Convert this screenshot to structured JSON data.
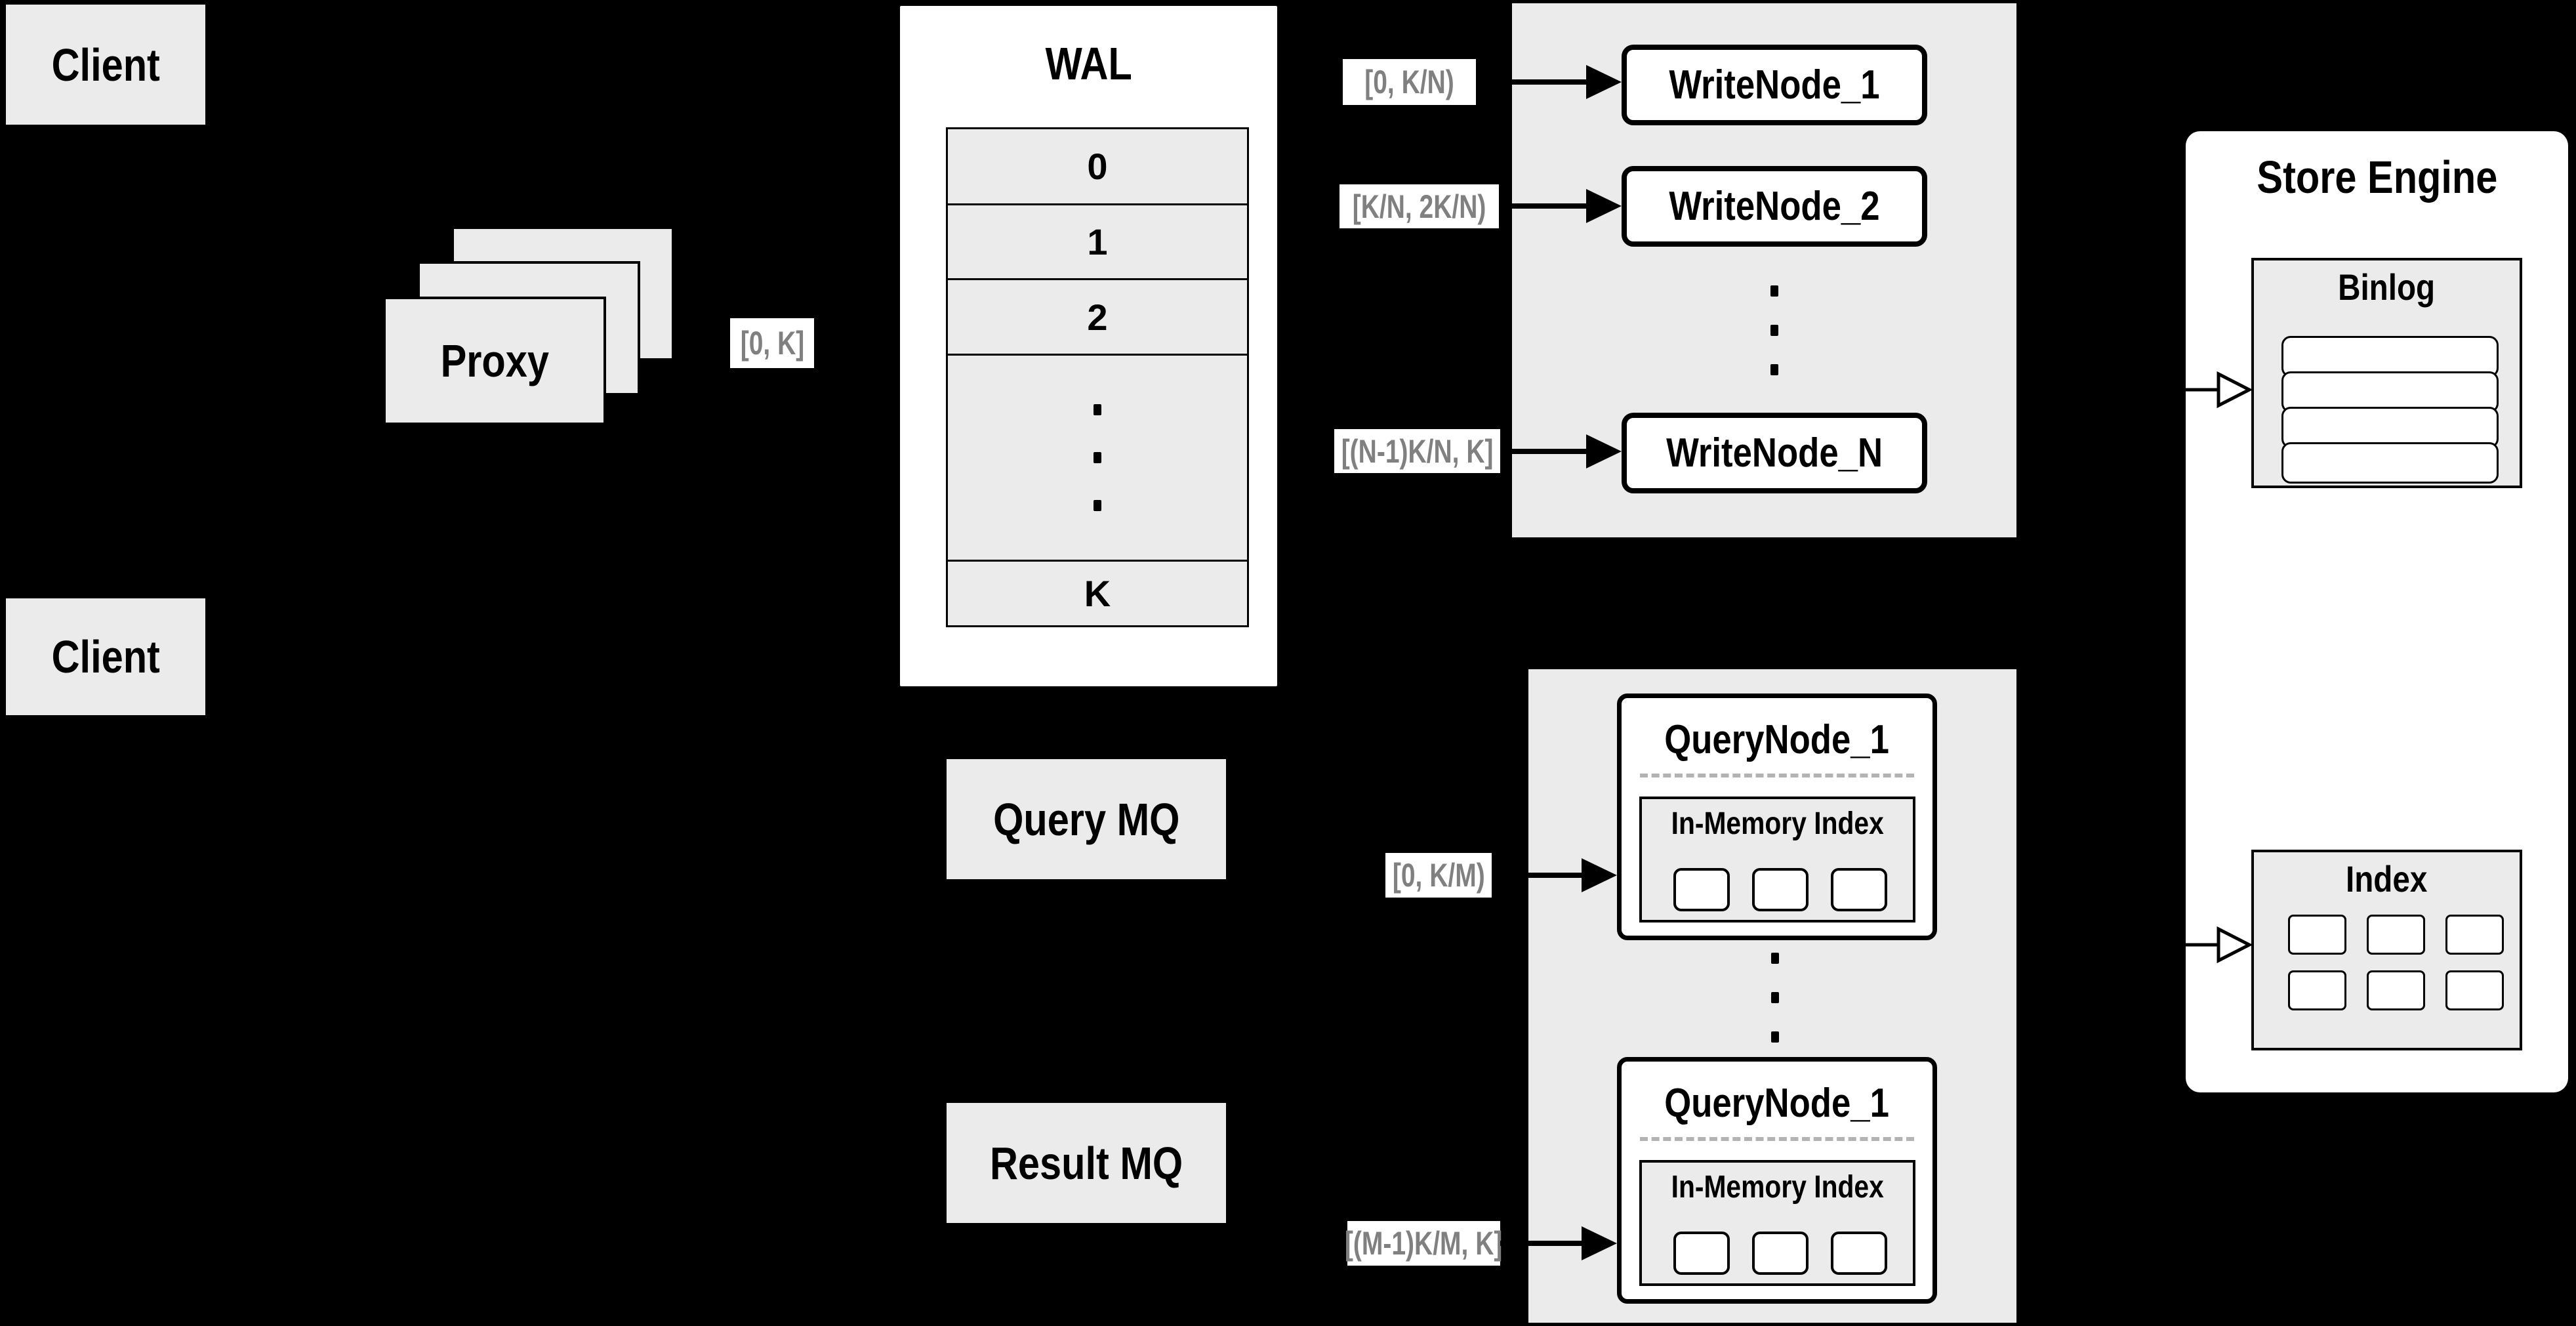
{
  "clients": {
    "top": "Client",
    "bottom": "Client"
  },
  "proxy": {
    "label": "Proxy",
    "range_out": "[0, K]"
  },
  "wal": {
    "title": "WAL",
    "rows": [
      "0",
      "1",
      "2"
    ],
    "last_row": "K"
  },
  "write_group": {
    "node_1": {
      "label": "WriteNode_1",
      "range": "[0, K/N)"
    },
    "node_2": {
      "label": "WriteNode_2",
      "range": "[K/N, 2K/N)"
    },
    "node_n": {
      "label": "WriteNode_N",
      "range": "[(N-1)K/N, K]"
    }
  },
  "mq": {
    "query": "Query MQ",
    "result": "Result MQ"
  },
  "query_group": {
    "node_1": {
      "title": "QueryNode_1",
      "index_label": "In-Memory Index",
      "range": "[0, K/M)"
    },
    "node_2": {
      "title": "QueryNode_1",
      "index_label": "In-Memory Index",
      "range": "[(M-1)K/M, K]"
    }
  },
  "store_engine": {
    "title": "Store Engine",
    "binlog_title": "Binlog",
    "index_title": "Index"
  },
  "colors": {
    "background": "#000000",
    "panel_gray": "#ebebeb",
    "node_white": "#ffffff",
    "outline_black": "#000000",
    "range_text_gray": "#808080",
    "separator_dash_gray": "#b3b3b3"
  }
}
